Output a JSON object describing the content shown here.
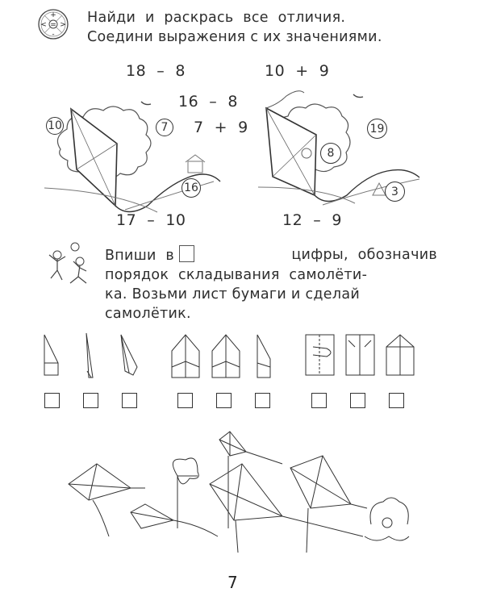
{
  "task1": {
    "icon": "math-operations-icon",
    "line1": "Найди  и  раскрась  все  отличия.",
    "line2": "Соедини выражения с их значениями.",
    "expressions": [
      {
        "text": "18  –  8"
      },
      {
        "text": "10  +  9"
      },
      {
        "text": "16  –  8"
      },
      {
        "text": "7  +  9"
      },
      {
        "text": "17  –  10"
      },
      {
        "text": "12  –  9"
      }
    ],
    "values_left": [
      "10",
      "7",
      "16"
    ],
    "values_right": [
      "8",
      "19",
      "3"
    ]
  },
  "task2": {
    "icon": "children-playing-icon",
    "line1a": "Впиши  в",
    "line1b": "цифры,  обозначив",
    "line2": "порядок  складывания  самолёти-",
    "line3": "ка. Возьми лист бумаги и сделай",
    "line4": "самолётик.",
    "steps_count": 9
  },
  "page_number": "7"
}
